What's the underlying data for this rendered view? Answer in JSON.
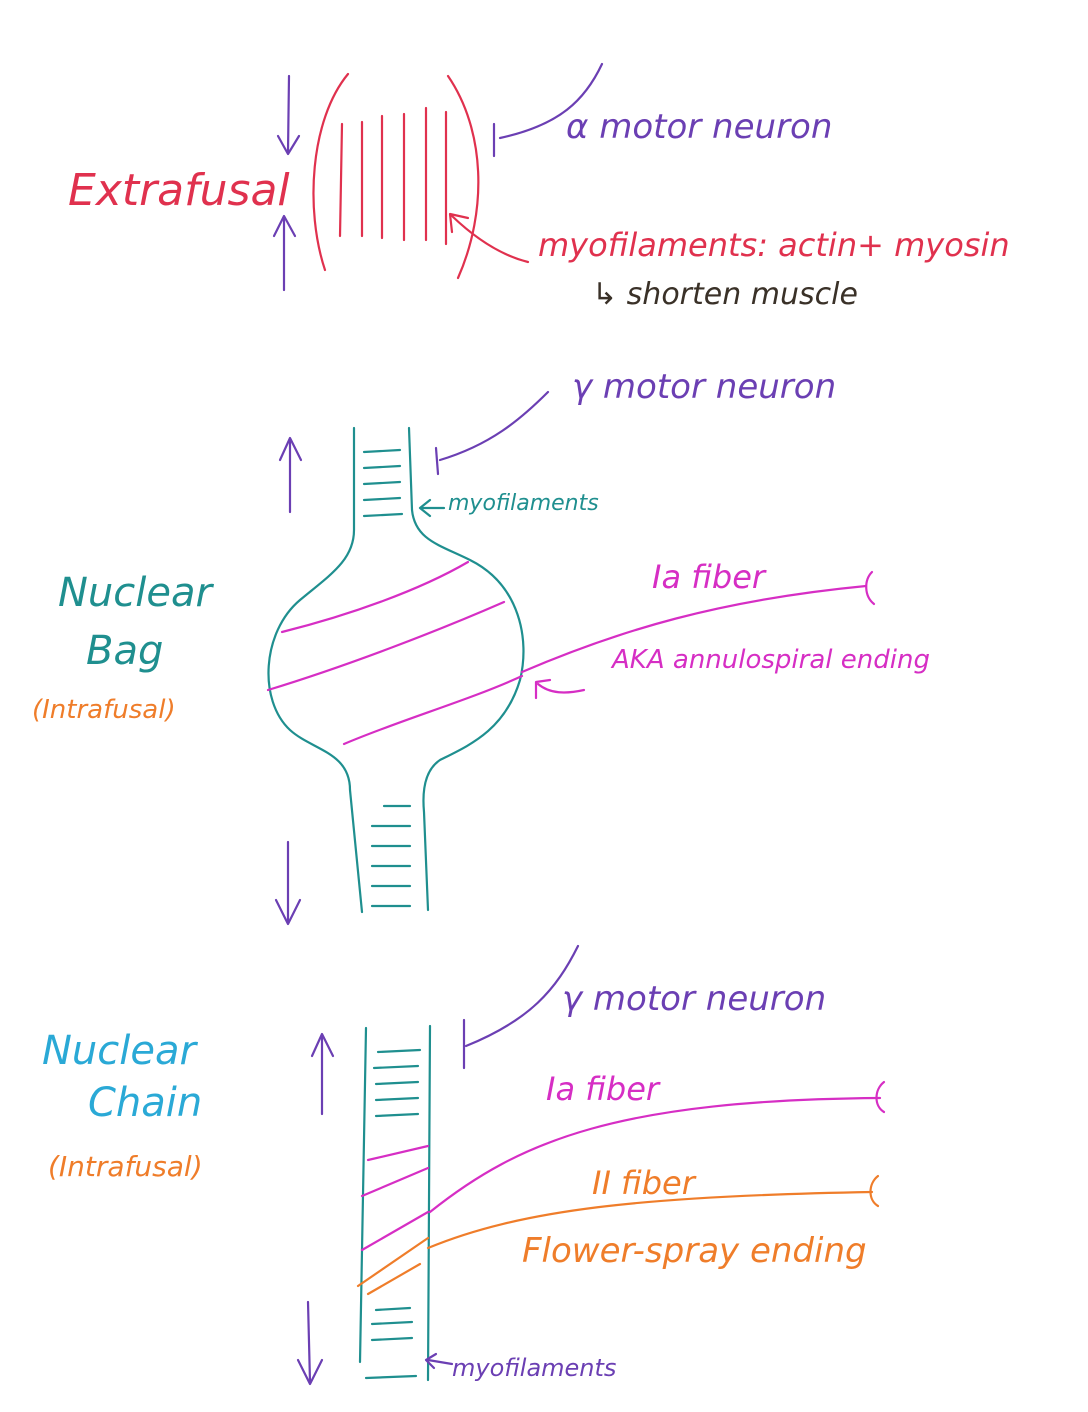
{
  "colors": {
    "red": "#e0314e",
    "purple": "#6b3fb3",
    "teal": "#1f8f8f",
    "magenta": "#d62ec4",
    "orange": "#ef7d2a",
    "cyan": "#2aa9d6",
    "dark": "#3a3128"
  },
  "extrafusal": {
    "title": "Extrafusal",
    "alpha_label": "α motor neuron",
    "myofilaments_label": "myofilaments: actin+ myosin",
    "shorten_label": "↳ shorten muscle"
  },
  "nuclear_bag": {
    "title_line1": "Nuclear",
    "title_line2": "Bag",
    "subtitle": "(Intrafusal)",
    "gamma_label": "γ motor neuron",
    "myofilaments_label": "myofilaments",
    "ia_label": "Ia fiber",
    "aka_label": "AKA annulospiral ending"
  },
  "nuclear_chain": {
    "title_line1": "Nuclear",
    "title_line2": "Chain",
    "subtitle": "(Intrafusal)",
    "gamma_label": "γ motor neuron",
    "ia_label": "Ia fiber",
    "ii_label": "II fiber",
    "flower_label": "Flower-spray ending",
    "myofilaments_label": "myofilaments"
  }
}
